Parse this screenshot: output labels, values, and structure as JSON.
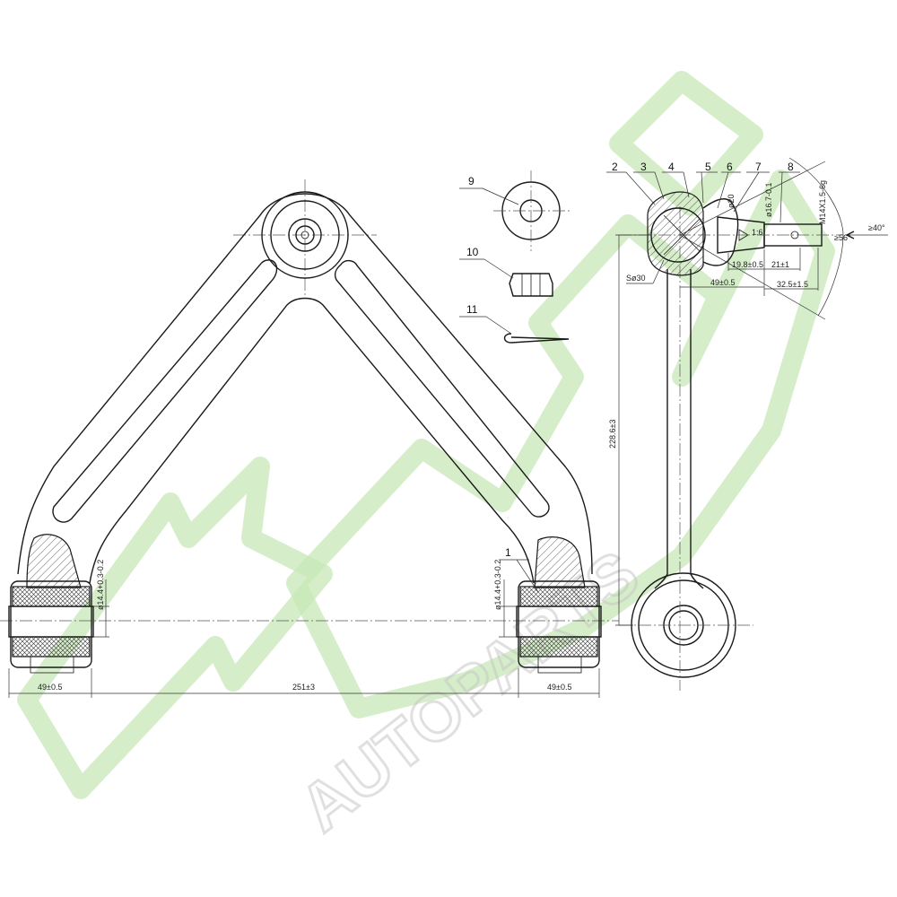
{
  "watermark": {
    "text": "AUTOPARTS",
    "color": "#c7e8b7"
  },
  "part_labels": [
    "1",
    "2",
    "3",
    "4",
    "5",
    "6",
    "7",
    "8",
    "9",
    "10",
    "11"
  ],
  "dimensions": {
    "bushing_left_width": "49±0.5",
    "center_distance": "251±3",
    "bushing_right_width": "49±0.5",
    "bushing_left_dia": "ø14.4+0.3-0.2",
    "bushing_right_dia": "ø14.4+0.3-0.2",
    "arm_length": "228.6±3",
    "ball_sphere": "Sø30",
    "ball_offset": "49±0.5",
    "stud_a": "19.8±0.5",
    "stud_b": "21±1",
    "stud_c": "32.5±1.5",
    "boot_dia": "ø20",
    "stud_dia": "ø16.7-0.1",
    "thread": "M14X1.5-6g",
    "taper": "1:6",
    "angle_a": "≥56°",
    "angle_b": "≥40°"
  }
}
